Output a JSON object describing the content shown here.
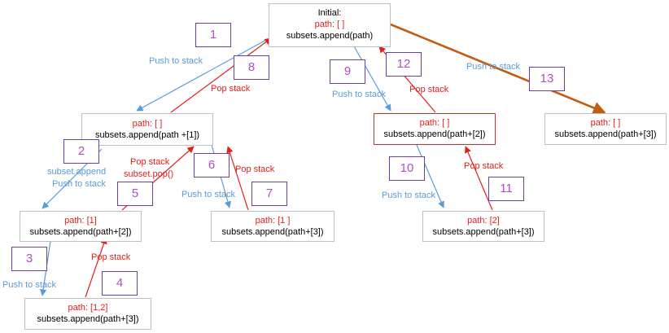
{
  "nodes": {
    "root": {
      "init": "Initial:",
      "path": "path: [ ]",
      "call": "subsets.append(path)"
    },
    "n1": {
      "path": "path: [ ]",
      "call": "subsets.append(path +[1])"
    },
    "n12": {
      "path": "path: [1]",
      "call": "subsets.append(path+[2])"
    },
    "n123": {
      "path": "path: [1,2]",
      "call": "subsets.append(path+[3])"
    },
    "n13": {
      "path": "path: [1 ]",
      "call": "subsets.append(path+[3])"
    },
    "n2": {
      "path": "path: [ ]",
      "call": "subsets.append(path+[2])"
    },
    "n23": {
      "path": "path: [2]",
      "call": "subsets.append(path+[3])"
    },
    "n3": {
      "path": "path: [ ]",
      "call": "subsets.append(path+[3])"
    }
  },
  "steps": [
    "1",
    "2",
    "3",
    "4",
    "5",
    "6",
    "7",
    "8",
    "9",
    "10",
    "11",
    "12",
    "13"
  ],
  "labels": {
    "push": "Push to stack",
    "pop": "Pop stack",
    "subset_append": "subset.append",
    "subset_pop": "subset.pop()"
  },
  "colors": {
    "push": "#5b9bd5",
    "pop": "#e0201c",
    "final": "#c55a11",
    "step_text": "#b04fc4"
  }
}
